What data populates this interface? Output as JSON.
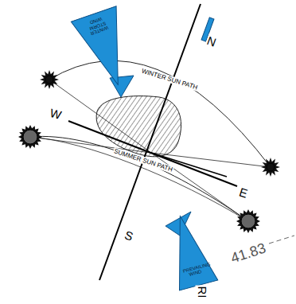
{
  "diagram": {
    "nodes": [
      {
        "text": [
          "WINTER STORM WIND"
        ]
      },
      {
        "text": [
          "PREVAILING WIND"
        ]
      }
    ],
    "labels": [
      "N",
      "WINTER SUN PATH",
      "W",
      "SUMMER SUN PATH",
      "E",
      "S",
      "41.83",
      "RI"
    ]
  }
}
